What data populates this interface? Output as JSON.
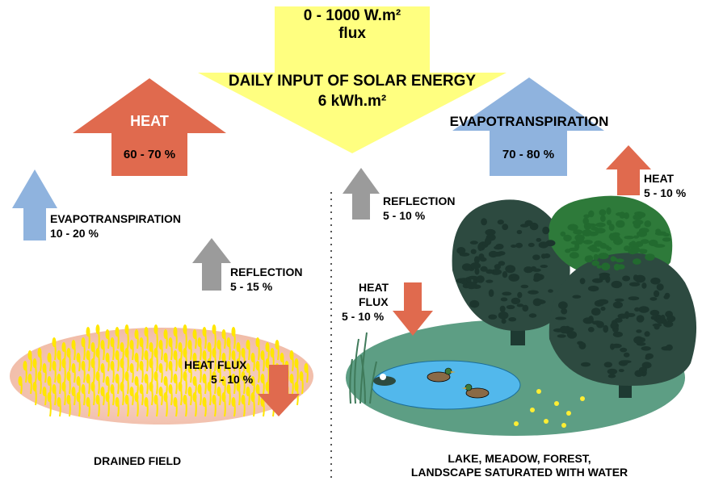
{
  "solar": {
    "flux_range": "0 - 1000 W.m²",
    "flux_word": "flux",
    "title": "DAILY INPUT OF SOLAR ENERGY",
    "daily_value": "6 kWh.m²"
  },
  "drained_field": {
    "heat_title": "HEAT",
    "heat_value": "60 - 70 %",
    "evapo_title": "EVAPOTRANSPIRATION",
    "evapo_value": "10 - 20 %",
    "reflection_title": "REFLECTION",
    "reflection_value": "5 - 15 %",
    "heat_flux_title": "HEAT FLUX",
    "heat_flux_value": "5 - 10 %",
    "caption": "DRAINED FIELD"
  },
  "wet_landscape": {
    "evapo_title": "EVAPOTRANSPIRATION",
    "evapo_value": "70 - 80 %",
    "heat_title": "HEAT",
    "heat_value": "5 - 10 %",
    "reflection_title": "REFLECTION",
    "reflection_value": "5 - 10 %",
    "heat_flux_line1": "HEAT",
    "heat_flux_line2": "FLUX",
    "heat_flux_value": "5 - 10 %",
    "caption_line1": "LAKE, MEADOW, FOREST,",
    "caption_line2": "LANDSCAPE SATURATED WITH WATER"
  },
  "colors": {
    "solar_yellow": "#ffff80",
    "heat_red": "#e06a4e",
    "evapo_blue": "#8fb3de",
    "reflection_gray": "#9b9b9b",
    "grain_yellow": "#ffe600",
    "field_soil": "#f5c8b8",
    "meadow_green": "#5d9e84",
    "lake_blue": "#52b8ec",
    "tree_dark": "#2d4a40",
    "tree_green": "#2e7a3a"
  }
}
